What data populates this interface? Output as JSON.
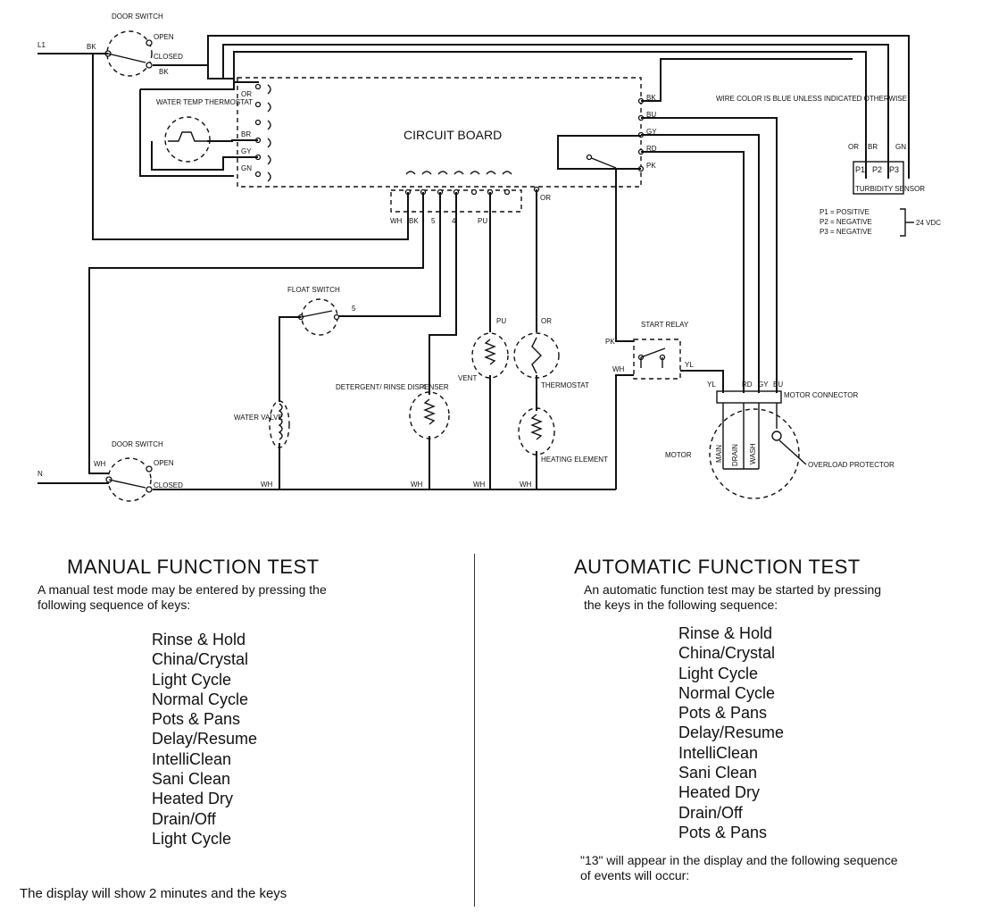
{
  "diagram": {
    "circuit_board": "CIRCUIT BOARD",
    "l1": "L1",
    "n": "N",
    "door_switch_top": {
      "title": "DOOR SWITCH",
      "open": "OPEN",
      "closed": "CLOSED"
    },
    "door_switch_bottom": {
      "title": "DOOR SWITCH",
      "open": "OPEN",
      "closed": "CLOSED"
    },
    "water_temp_thermostat": "WATER TEMP THERMOSTAT",
    "wire_color_note": "WIRE COLOR IS BLUE UNLESS INDICATED OTHERWISE",
    "turbidity_sensor": "TURBIDITY SENSOR",
    "sensor_pins": [
      "P1",
      "P2",
      "P3"
    ],
    "sensor_wires": [
      "OR",
      "BR",
      "GN"
    ],
    "pin_legend": [
      "P1 = POSITIVE",
      "P2 = NEGATIVE",
      "P3 = NEGATIVE"
    ],
    "voltage": "24 VDC",
    "float_switch": "FLOAT SWITCH",
    "water_valve": "WATER VALVE",
    "detergent_dispenser": "DETERGENT/ RINSE DISPENSER",
    "vent": "VENT",
    "thermostat": "THERMOSTAT",
    "heating_element": "HEATING ELEMENT",
    "start_relay": "START RELAY",
    "motor": "MOTOR",
    "motor_connector": "MOTOR CONNECTOR",
    "overload_protector": "OVERLOAD PROTECTOR",
    "motor_windings": [
      "MAIN",
      "DRAIN",
      "WASH"
    ],
    "board_left_terms": [
      "OR",
      "BR",
      "GY",
      "GN"
    ],
    "board_right_terms": [
      "BK",
      "BU",
      "GY",
      "RD",
      "PK"
    ],
    "board_bottom_terms": [
      "WH",
      "BK",
      "5",
      "4",
      "PU",
      "OR"
    ],
    "motor_conn_wires": [
      "YL",
      "RD",
      "GY",
      "BU"
    ],
    "wire_labels": {
      "bk": "BK",
      "wh": "WH",
      "pu": "PU",
      "or": "OR",
      "pk": "PK",
      "yl": "YL",
      "four": "4",
      "five": "5"
    }
  },
  "manual": {
    "title": "MANUAL FUNCTION TEST",
    "intro": "A manual test mode may be entered by pressing the following sequence of keys:",
    "keys": [
      "Rinse & Hold",
      "China/Crystal",
      "Light Cycle",
      "Normal Cycle",
      "Pots & Pans",
      "Delay/Resume",
      "IntelliClean",
      "Sani Clean",
      "Heated Dry",
      "Drain/Off",
      "Light Cycle"
    ],
    "footer": "The display will show 2 minutes and the keys"
  },
  "automatic": {
    "title": "AUTOMATIC FUNCTION TEST",
    "intro": "An automatic function test may be started by pressing the keys in the following sequence:",
    "keys": [
      "Rinse & Hold",
      "China/Crystal",
      "Light Cycle",
      "Normal Cycle",
      "Pots & Pans",
      "Delay/Resume",
      "IntelliClean",
      "Sani Clean",
      "Heated Dry",
      "Drain/Off",
      "Pots & Pans"
    ],
    "footer": "\"13\" will appear in the display and the following sequence of events will occur:"
  }
}
